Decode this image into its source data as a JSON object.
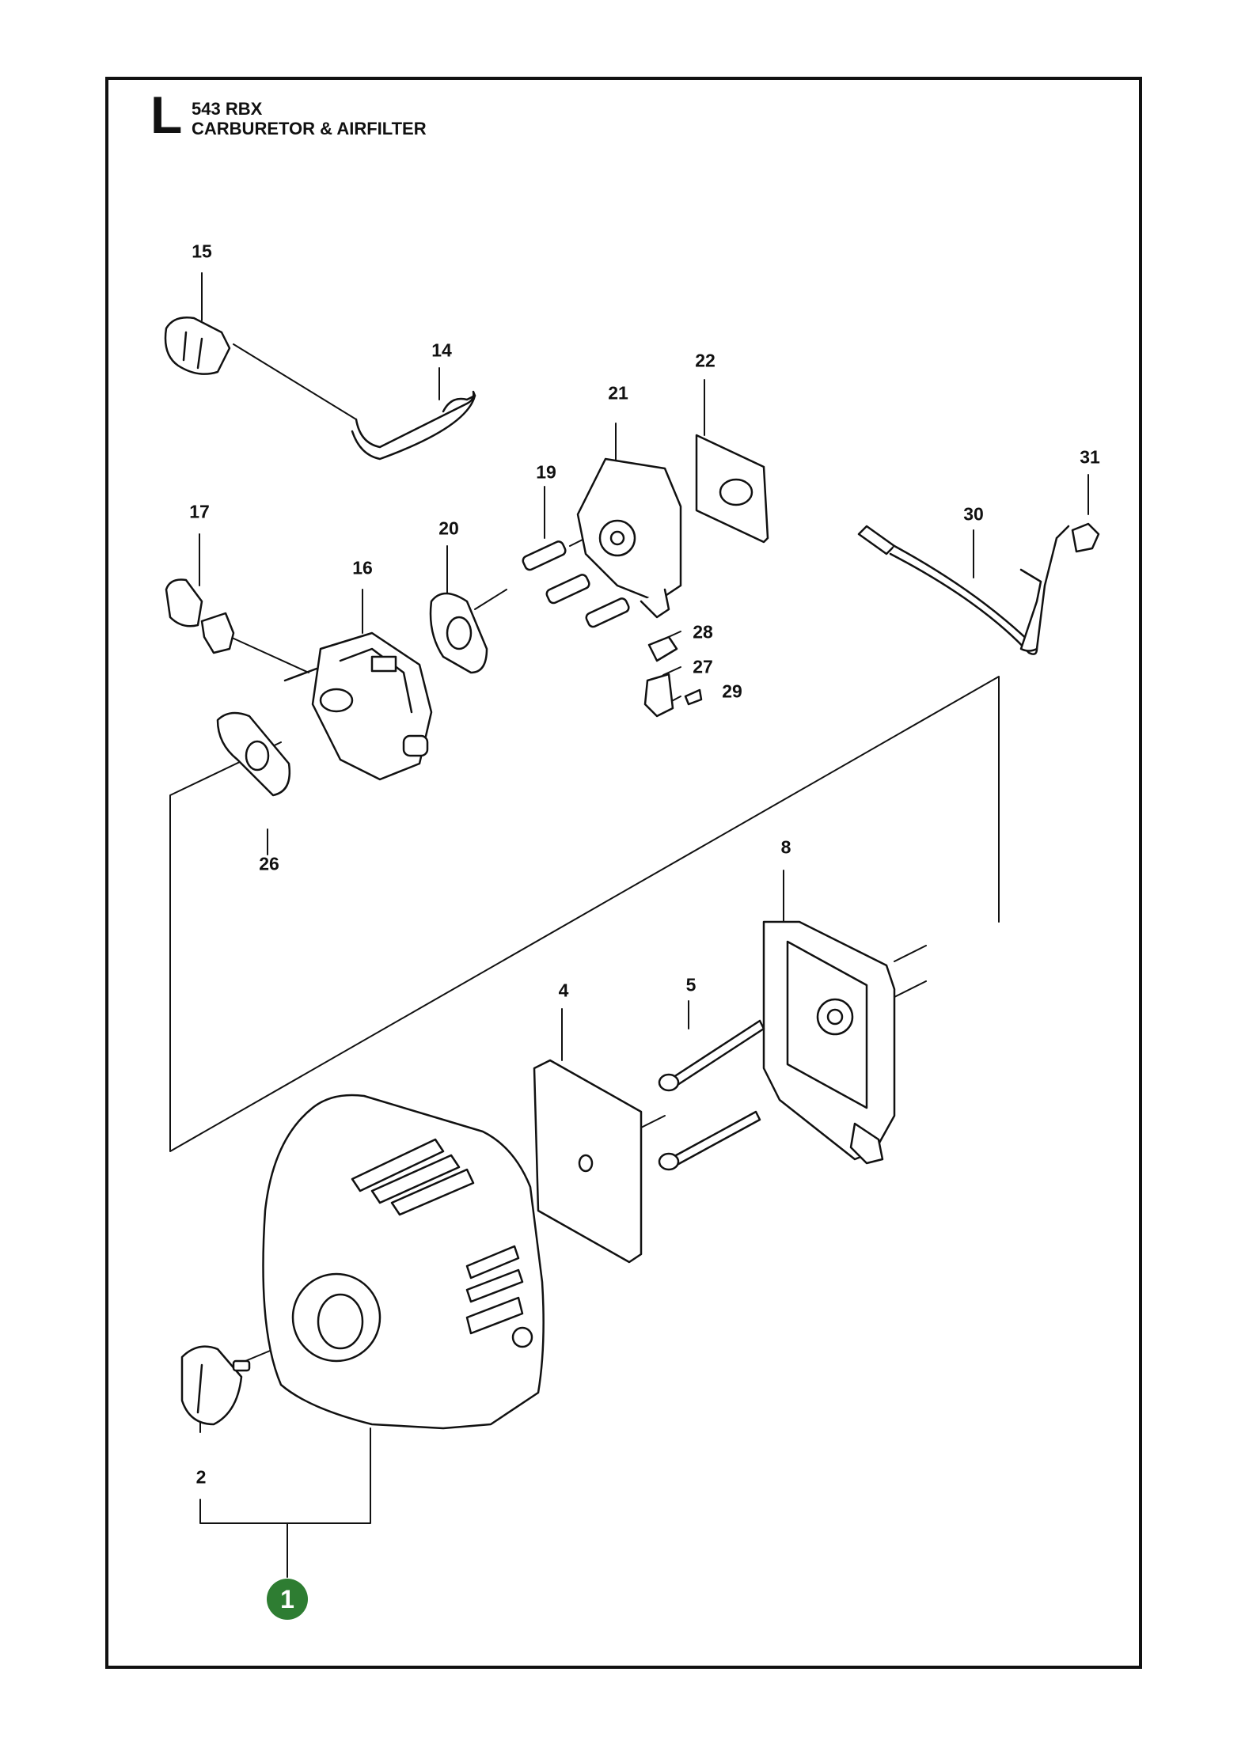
{
  "header": {
    "sheet_letter": "L",
    "model": "543 RBX",
    "section": "CARBURETOR & AIRFILTER"
  },
  "callouts": {
    "p15": "15",
    "p14": "14",
    "p21": "21",
    "p22": "22",
    "p19": "19",
    "p31": "31",
    "p17": "17",
    "p20": "20",
    "p30": "30",
    "p16": "16",
    "p28": "28",
    "p27": "27",
    "p29": "29",
    "p26": "26",
    "p8": "8",
    "p4": "4",
    "p5": "5",
    "p2": "2"
  },
  "kit_badge": "1",
  "colors": {
    "line": "#111111",
    "part_fill": "#ffffff",
    "badge": "#2e7d32"
  }
}
